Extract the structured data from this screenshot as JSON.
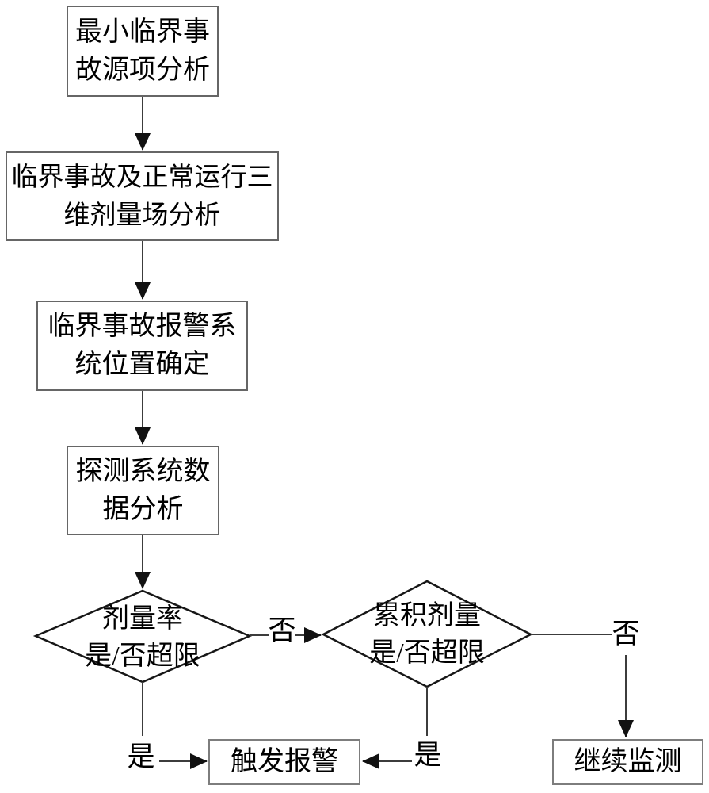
{
  "nodes": {
    "source_term": {
      "label": "最小临界事\n故源项分析"
    },
    "dose_field": {
      "label": "临界事故及正常运行三\n维剂量场分析"
    },
    "alarm_position": {
      "label": "临界事故报警系\n统位置确定"
    },
    "detection_data": {
      "label": "探测系统数\n据分析"
    },
    "dose_rate_decision": {
      "label": "剂量率\n是/否超限"
    },
    "cumulative_dose_decision": {
      "label": "累积剂量\n是/否超限"
    },
    "trigger_alarm": {
      "label": "触发报警"
    },
    "continue_monitoring": {
      "label": "继续监测"
    }
  },
  "edge_labels": {
    "dose_rate_no": "否",
    "dose_rate_yes": "是",
    "cumulative_yes": "是",
    "cumulative_no": "否"
  },
  "colors": {
    "box_border": "#666666",
    "diamond_stroke": "#171717",
    "connector": "#3c3c3c",
    "text": "#000000",
    "background": "#ffffff"
  }
}
